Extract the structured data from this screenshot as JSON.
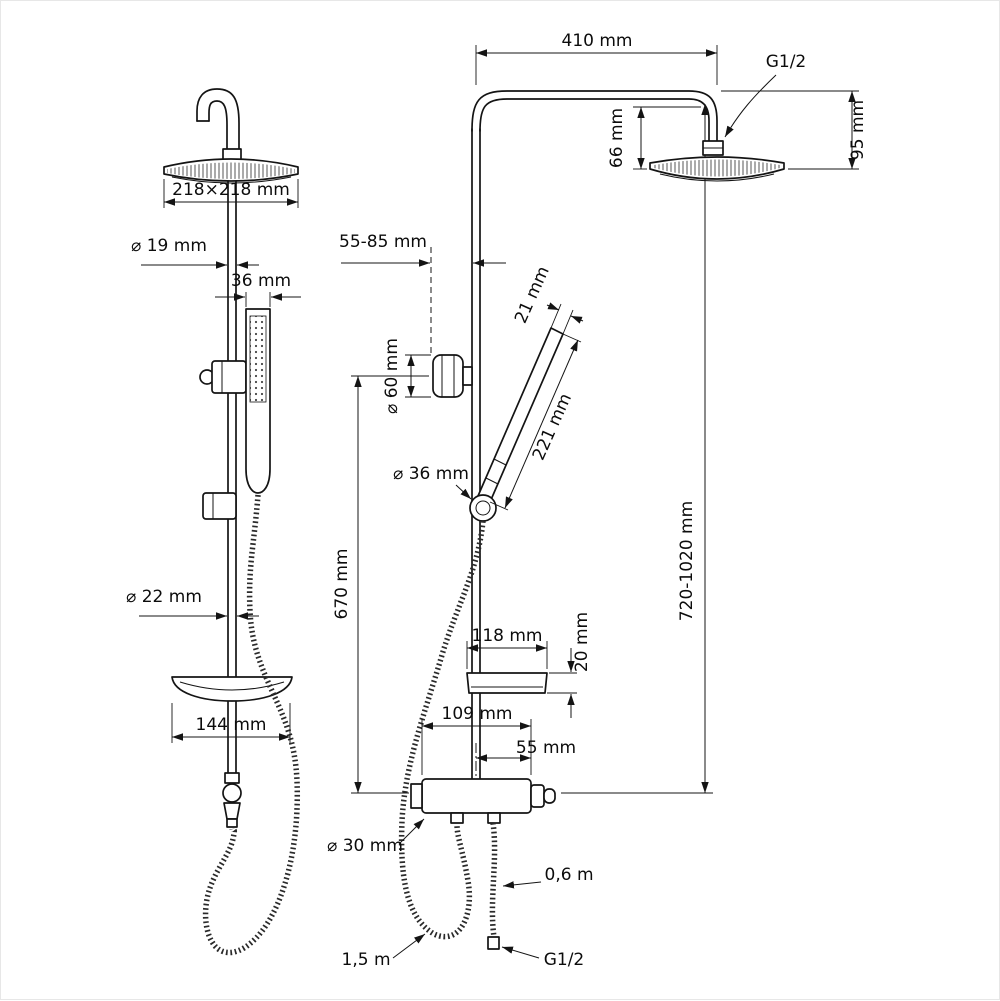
{
  "title": "Shower column technical drawing with dimensions",
  "side_view": {
    "head_size": "218×218 mm",
    "upper_pipe_diameter": "⌀ 19 mm",
    "hand_shower_width": "36 mm",
    "lower_pipe_diameter": "⌀ 22 mm",
    "shelf_width": "144 mm"
  },
  "front_view": {
    "arm_length": "410 mm",
    "top_thread": "G1/2",
    "arm_drop": "95 mm",
    "head_clearance": "66 mm",
    "wall_offset": "55-85 mm",
    "wand_diameter": "21 mm",
    "bracket_diameter": "⌀ 60 mm",
    "wand_length": "221 mm",
    "holder_diameter": "⌀ 36 mm",
    "bracket_to_mixer": "670 mm",
    "overall_height": "720-1020 mm",
    "shelf_length": "118 mm",
    "shelf_depth": "20 mm",
    "mixer_width": "109 mm",
    "mixer_center_offset": "55 mm",
    "mixer_diameter": "⌀ 30 mm",
    "short_hose_length": "0,6 m",
    "long_hose_length": "1,5 m",
    "bottom_thread": "G1/2"
  }
}
